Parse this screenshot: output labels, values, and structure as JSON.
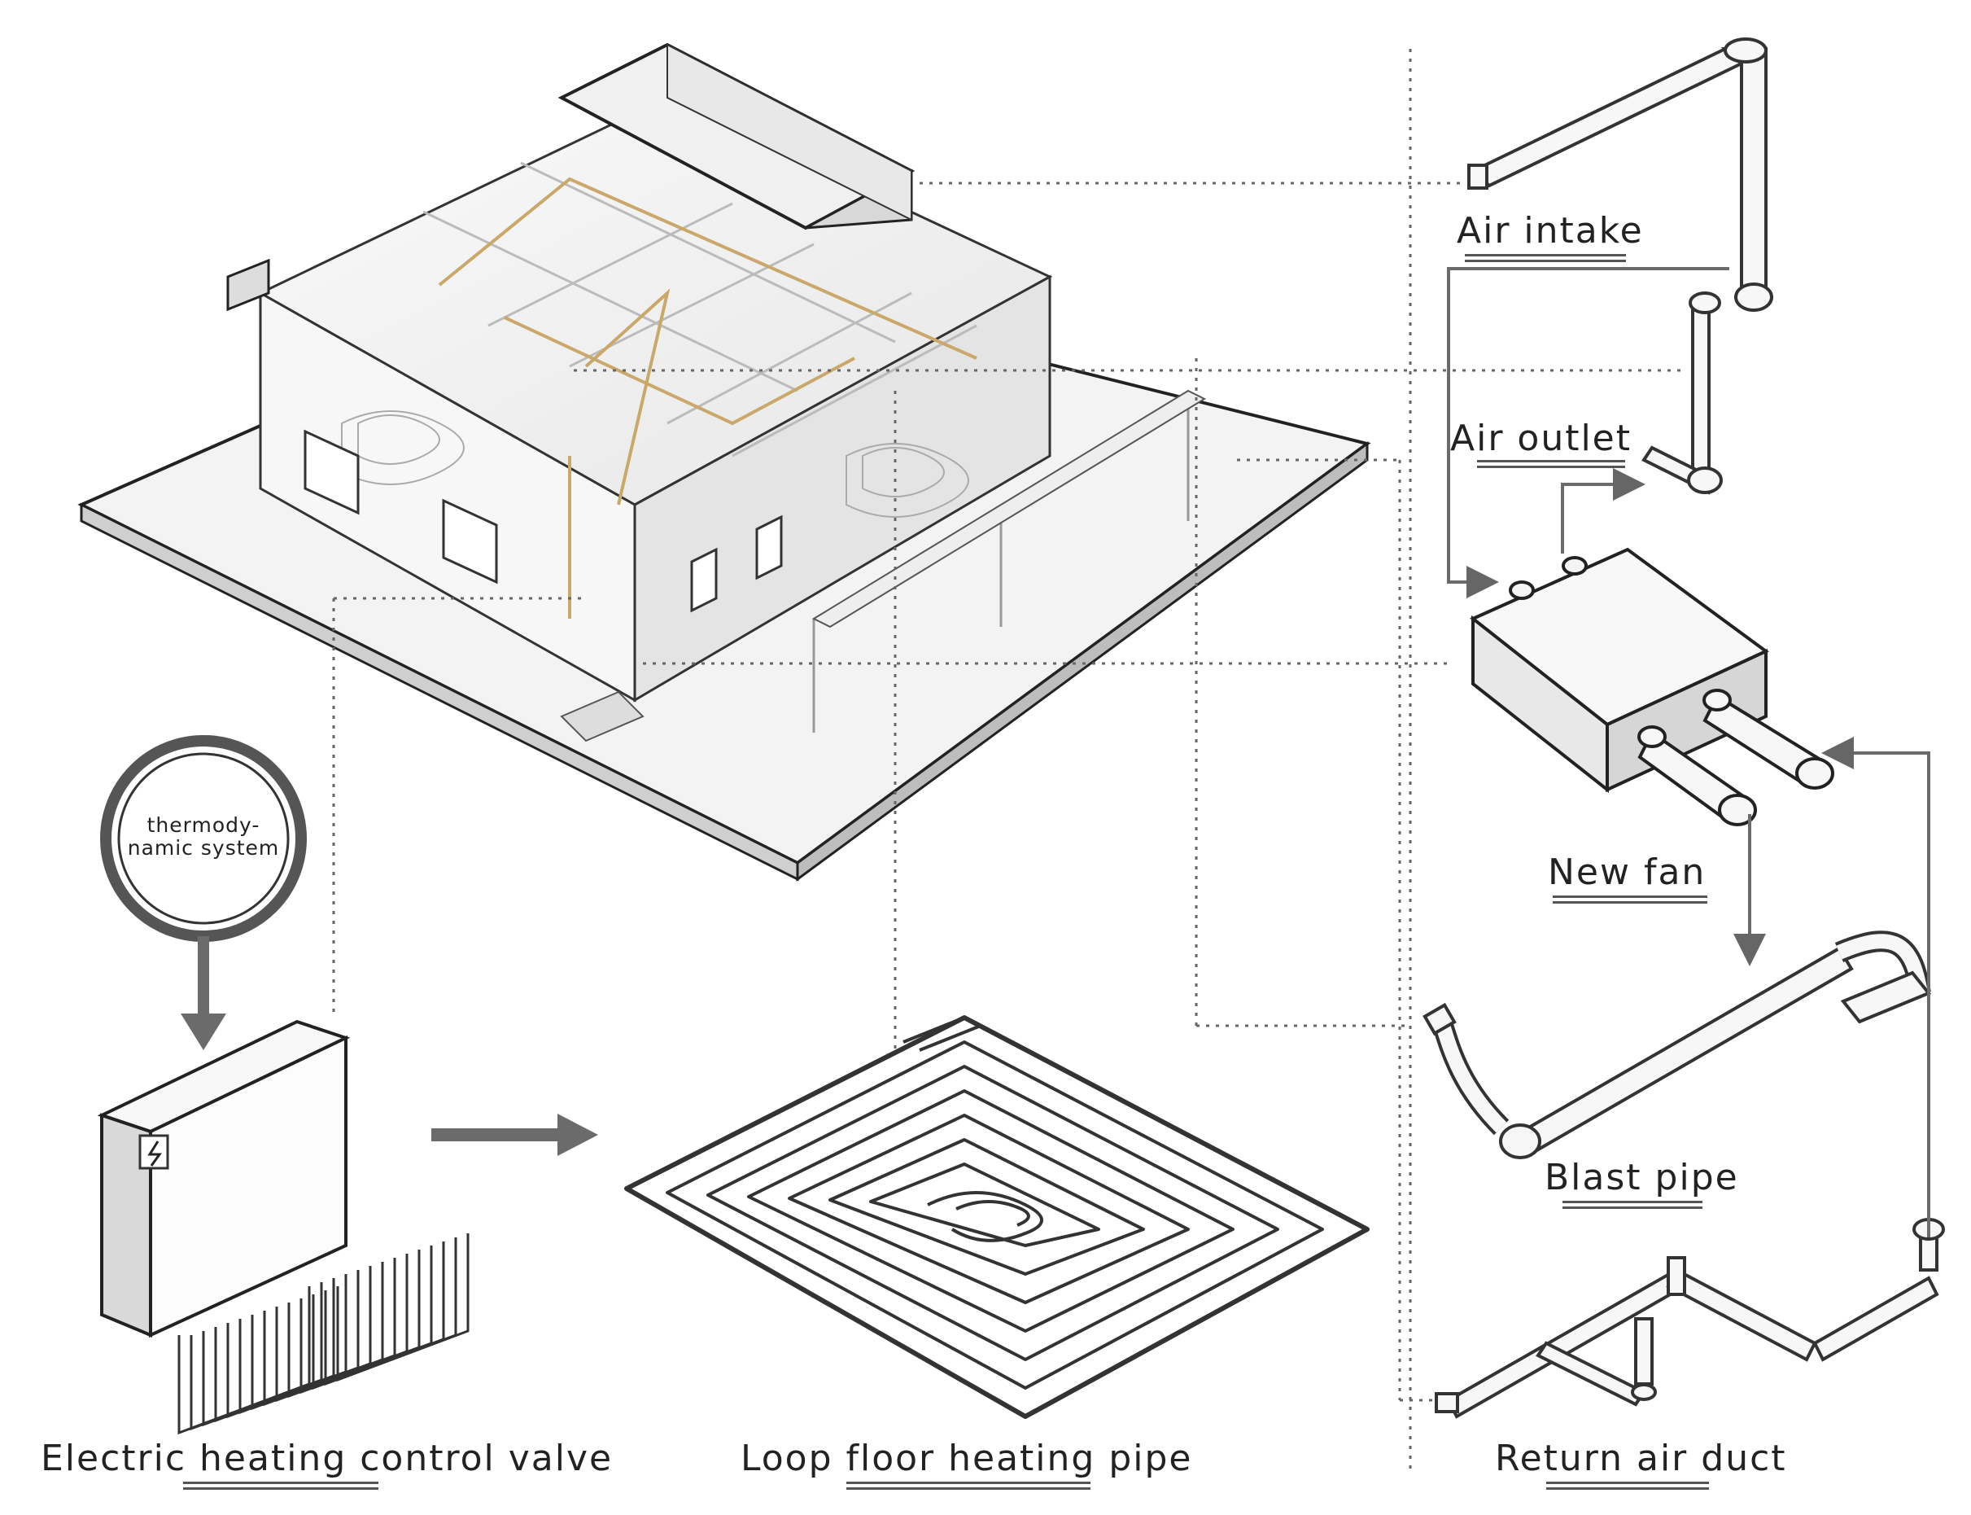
{
  "labels": {
    "air_intake": "Air intake",
    "air_outlet": "Air outlet",
    "new_fan": "New fan",
    "blast_pipe": "Blast pipe",
    "return_air_duct": "Return air duct",
    "electric_valve": "Electric heating control valve",
    "floor_pipe": "Loop floor heating pipe",
    "thermo_line1": "thermody-",
    "thermo_line2": "namic system"
  },
  "icons": {
    "control_box": "lightning-bolt-icon"
  },
  "colors": {
    "line": "#555555",
    "pipe_fill": "#f4f4f4",
    "heating_pipe_accent": "#c9a86a",
    "arrow": "#6b6b6b"
  }
}
